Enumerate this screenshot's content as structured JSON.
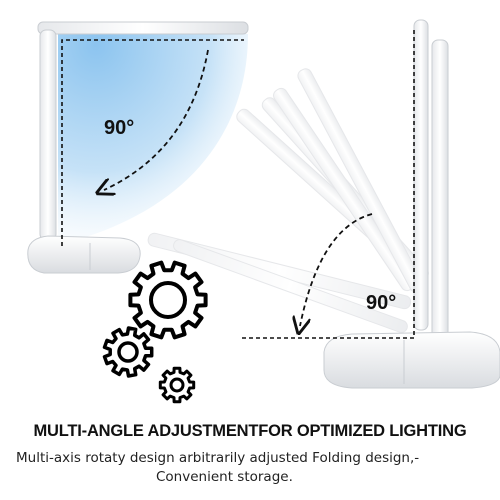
{
  "angles": {
    "left": "90°",
    "right": "90°"
  },
  "headline": "MULTI-ANGLE ADJUSTMENTFOR OPTIMIZED LIGHTING",
  "description": {
    "line1": "Multi-axis rotaty design arbitrarily adjusted Folding design,-",
    "line2": "Convenient storage."
  },
  "icons": [
    "desk-lamp-icon",
    "gear-icon",
    "dashed-arc-arrow-icon"
  ],
  "colors": {
    "text": "#111111",
    "light_beam": "#a9d3f2",
    "lamp_body": "#f4f5f7",
    "gear": "#000000"
  }
}
